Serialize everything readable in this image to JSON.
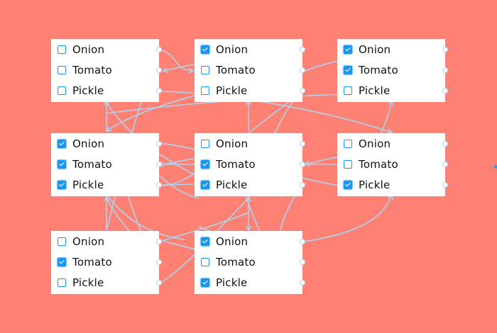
{
  "background_color": "#fe8173",
  "accent_color": "#1a96f0",
  "wire_color": "#a9d8f5",
  "cards": [
    {
      "id": "r1c1",
      "items": [
        {
          "label": "Onion",
          "checked": false
        },
        {
          "label": "Tomato",
          "checked": false
        },
        {
          "label": "Pickle",
          "checked": false
        }
      ]
    },
    {
      "id": "r1c2",
      "items": [
        {
          "label": "Onion",
          "checked": true
        },
        {
          "label": "Tomato",
          "checked": false
        },
        {
          "label": "Pickle",
          "checked": false
        }
      ]
    },
    {
      "id": "r1c3",
      "items": [
        {
          "label": "Onion",
          "checked": true
        },
        {
          "label": "Tomato",
          "checked": true
        },
        {
          "label": "Pickle",
          "checked": false
        }
      ]
    },
    {
      "id": "r2c1",
      "items": [
        {
          "label": "Onion",
          "checked": true
        },
        {
          "label": "Tomato",
          "checked": true
        },
        {
          "label": "Pickle",
          "checked": true
        }
      ]
    },
    {
      "id": "r2c2",
      "items": [
        {
          "label": "Onion",
          "checked": false
        },
        {
          "label": "Tomato",
          "checked": true
        },
        {
          "label": "Pickle",
          "checked": true
        }
      ]
    },
    {
      "id": "r2c3",
      "items": [
        {
          "label": "Onion",
          "checked": false
        },
        {
          "label": "Tomato",
          "checked": false
        },
        {
          "label": "Pickle",
          "checked": true
        }
      ]
    },
    {
      "id": "r3c1",
      "items": [
        {
          "label": "Onion",
          "checked": false
        },
        {
          "label": "Tomato",
          "checked": true
        },
        {
          "label": "Pickle",
          "checked": false
        }
      ]
    },
    {
      "id": "r3c2",
      "items": [
        {
          "label": "Onion",
          "checked": true
        },
        {
          "label": "Tomato",
          "checked": false
        },
        {
          "label": "Pickle",
          "checked": true
        }
      ]
    }
  ]
}
